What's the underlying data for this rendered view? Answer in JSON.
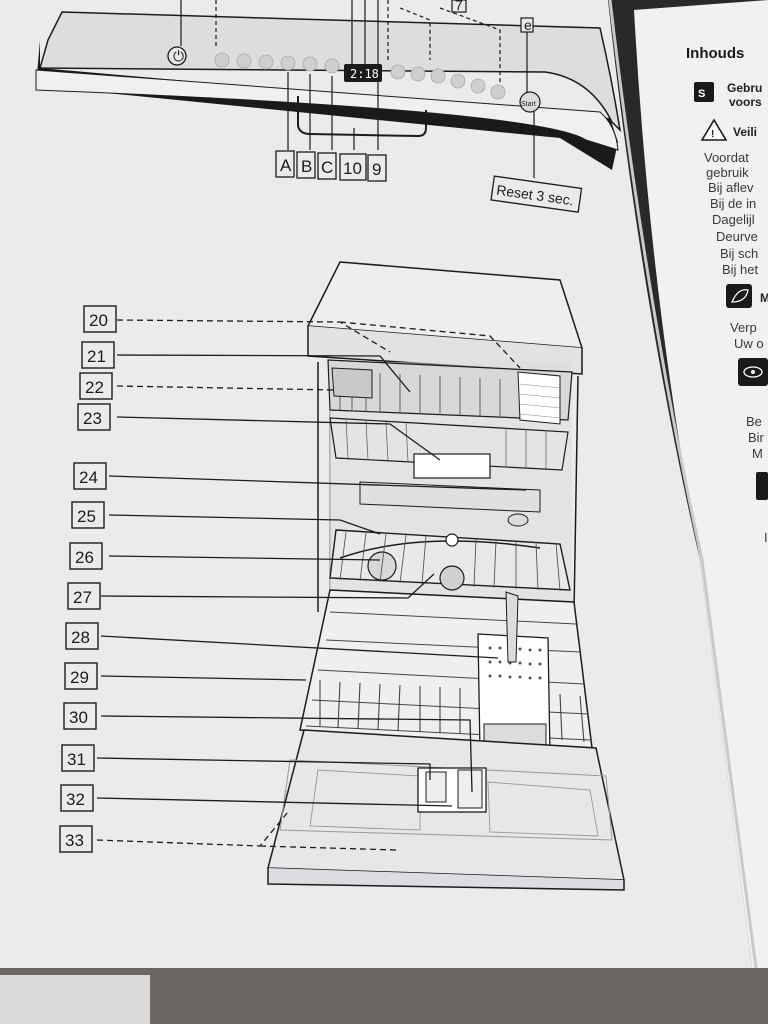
{
  "panel": {
    "display_time": "2:18",
    "top_marker": "7",
    "start_button": "Start",
    "reset_label": "Reset 3 sec.",
    "small_icon": "e",
    "bottom_labels": [
      "A",
      "B",
      "C",
      "10",
      "9"
    ]
  },
  "callouts": [
    "20",
    "21",
    "22",
    "23",
    "24",
    "25",
    "26",
    "27",
    "28",
    "29",
    "30",
    "31",
    "32",
    "33"
  ],
  "right_page": {
    "title": "Inhouds",
    "lines": [
      {
        "icon": "dishwasher-s-icon",
        "text": "Gebru",
        "text2": "voors"
      },
      {
        "icon": "warning-triangle-icon",
        "text": "Veili"
      },
      {
        "text": "Voordat"
      },
      {
        "text": "gebruik"
      },
      {
        "text": "Bij aflev"
      },
      {
        "text": "Bij de in"
      },
      {
        "text": "Dagelijl"
      },
      {
        "text": "Deurve"
      },
      {
        "text": "Bij sch"
      },
      {
        "text": "Bij het"
      },
      {
        "icon": "leaf-icon",
        "text": "M"
      },
      {
        "text": "Verp"
      },
      {
        "text": "Uw o"
      },
      {
        "icon": "eye-icon",
        "text": ""
      },
      {
        "text": "Be"
      },
      {
        "text": "Bir"
      },
      {
        "text": "M"
      },
      {
        "icon": "tool-icon",
        "text": ""
      },
      {
        "text": "I"
      }
    ]
  },
  "colors": {
    "paper": "#ecebee",
    "line": "#1c1c1c",
    "panel_dark": "#1a1a1a",
    "shadow": "#cfced1"
  }
}
